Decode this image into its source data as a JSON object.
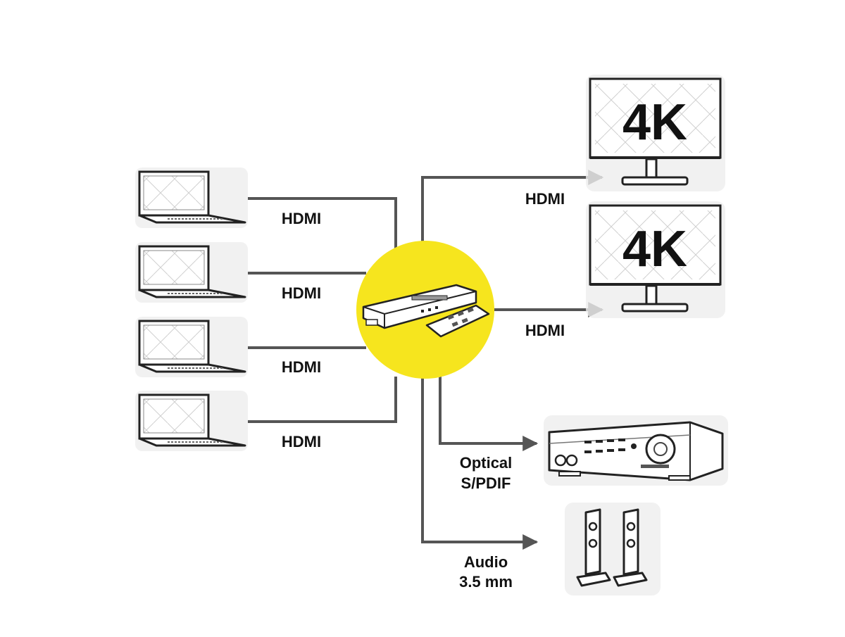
{
  "colors": {
    "background": "#ffffff",
    "line": "#555555",
    "hub": "#f6e51e",
    "outline": "#222222",
    "halo": "#e6e6e6"
  },
  "inputs": [
    {
      "icon": "laptop-icon",
      "label": "HDMI"
    },
    {
      "icon": "laptop-icon",
      "label": "HDMI"
    },
    {
      "icon": "laptop-icon",
      "label": "HDMI"
    },
    {
      "icon": "laptop-icon",
      "label": "HDMI"
    }
  ],
  "hub": {
    "icon": "hdmi-matrix-switch-icon",
    "remote_icon": "remote-control-icon"
  },
  "outputs": [
    {
      "icon": "monitor-icon",
      "label": "HDMI",
      "screen_text": "4K"
    },
    {
      "icon": "monitor-icon",
      "label": "HDMI",
      "screen_text": "4K"
    },
    {
      "icon": "av-receiver-icon",
      "label_line1": "Optical",
      "label_line2": "S/PDIF"
    },
    {
      "icon": "speakers-icon",
      "label_line1": "Audio",
      "label_line2": "3.5 mm"
    }
  ]
}
